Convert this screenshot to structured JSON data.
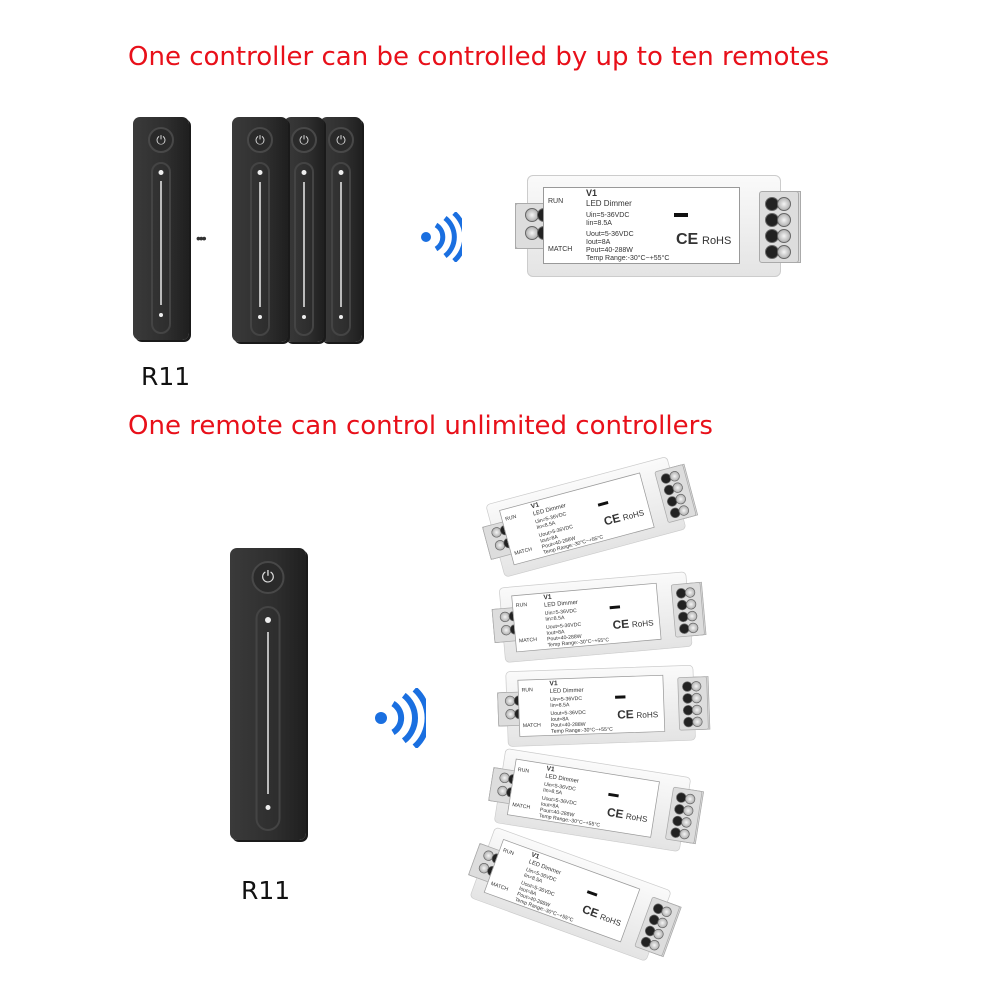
{
  "headline_top": "One controller can be controlled by up to ten remotes",
  "headline_bottom": "One remote can control unlimited controllers",
  "remote_model": "R11",
  "ellipsis": "•••",
  "power_symbol": "⏻",
  "controller": {
    "name": "V1",
    "type": "LED Dimmer",
    "uin": "Uin=5-36VDC",
    "iin": "Iin=8.5A",
    "uout": "Uout=5-36VDC",
    "iout": "Iout=8A",
    "pout": "Pout=40-288W",
    "temp": "Temp Range:-30°C~+55°C",
    "run": "RUN",
    "match": "MATCH",
    "ce": "CE",
    "rohs": "RoHS"
  },
  "colors": {
    "headline": "#e8101a",
    "signal": "#1a6fe0"
  }
}
